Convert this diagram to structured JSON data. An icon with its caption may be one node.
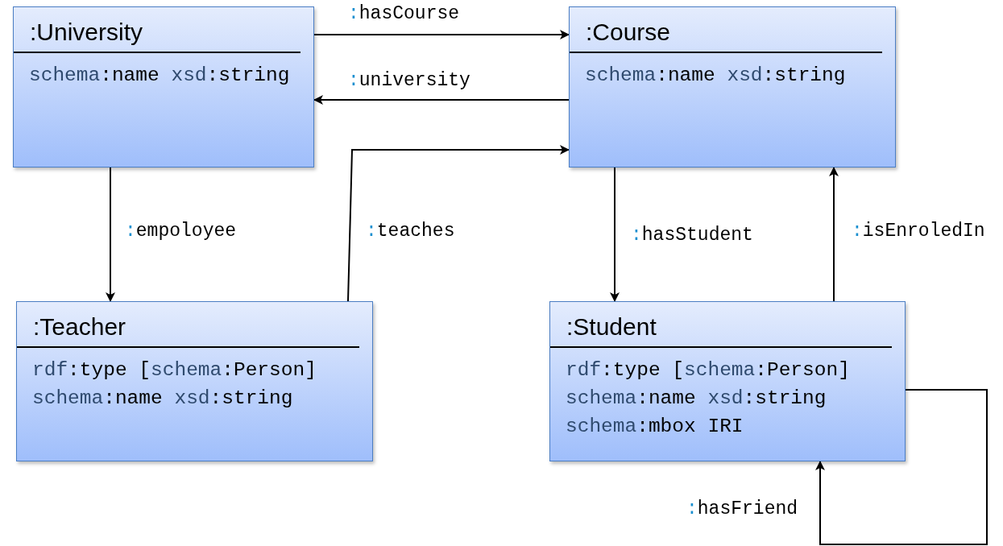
{
  "diagram": {
    "nodes": [
      {
        "text": [
          ":University",
          "schema:name xsd:string"
        ]
      },
      {
        "text": [
          ":Course",
          "schema:name xsd:string"
        ]
      },
      {
        "text": [
          ":Teacher",
          "rdf:type [schema:Person]",
          "schema:name xsd:string"
        ]
      },
      {
        "text": [
          ":Student",
          "rdf:type [schema:Person]",
          "schema:name xsd:string",
          "schema:mbox IRI"
        ]
      }
    ],
    "edges": [
      {
        "from": 0,
        "to": 1,
        "arrow": "to",
        "label": ":hasCourse"
      },
      {
        "from": 1,
        "to": 0,
        "arrow": "to",
        "label": ":university"
      },
      {
        "from": 0,
        "to": 2,
        "arrow": "to",
        "label": ":empoloyee"
      },
      {
        "from": 2,
        "to": 1,
        "arrow": "to",
        "label": ":teaches"
      },
      {
        "from": 1,
        "to": 3,
        "arrow": "to",
        "label": ":hasStudent"
      },
      {
        "from": 3,
        "to": 1,
        "arrow": "to",
        "label": ":isEnroledIn"
      },
      {
        "from": 3,
        "to": 3,
        "arrow": "to",
        "label": ":hasFriend"
      }
    ]
  }
}
